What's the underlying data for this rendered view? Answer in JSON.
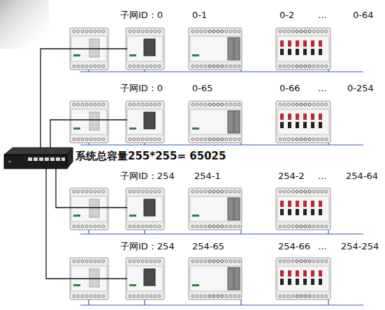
{
  "diagram": {
    "labels": [
      "子网ID：0",
      "0-1",
      "0-2",
      "...",
      "0-64",
      "子网ID：0",
      "0-65",
      "0-66",
      "...",
      "0-254",
      "系统总容量255*255= 65025",
      "子网ID：254",
      "254-1",
      "254-2",
      "...",
      "254-64",
      "子网ID：254",
      "254-65",
      "254-66",
      "...",
      "254-254"
    ]
  }
}
